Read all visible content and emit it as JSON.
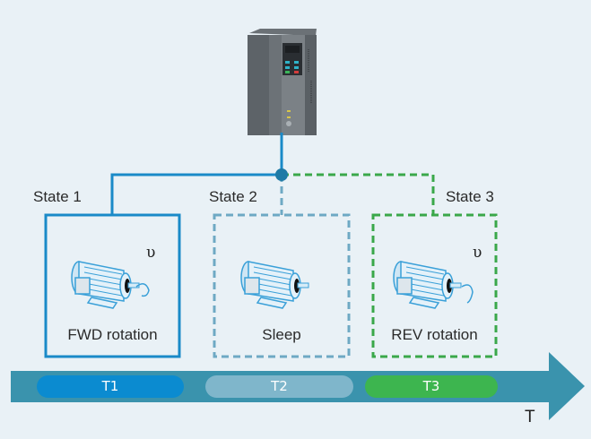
{
  "diagram": {
    "device": "frequency-inverter",
    "states": [
      {
        "label": "State 1",
        "caption": "FWD rotation",
        "symbol": "υ",
        "color": "#1a8ac8",
        "line_style": "solid"
      },
      {
        "label": "State 2",
        "caption": "Sleep",
        "symbol": "",
        "color": "#6ea9c4",
        "line_style": "dashed"
      },
      {
        "label": "State 3",
        "caption": "REV rotation",
        "symbol": "υ",
        "color": "#3aa84a",
        "line_style": "dashed"
      }
    ],
    "timeline": {
      "axis_label": "T",
      "arrow_color": "#3a93ad",
      "segments": [
        {
          "label": "T1",
          "color": "#0b8bd0"
        },
        {
          "label": "T2",
          "color": "#7fb6cb"
        },
        {
          "label": "T3",
          "color": "#3db54f"
        }
      ]
    }
  }
}
